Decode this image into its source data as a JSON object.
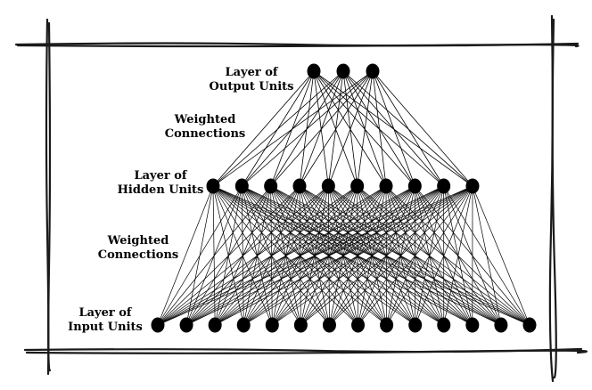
{
  "labels": {
    "output_layer": {
      "line1": "Layer of",
      "line2": "Output Units"
    },
    "output_connections": {
      "line1": "Weighted",
      "line2": "Connections"
    },
    "hidden_layer": {
      "line1": "Layer of",
      "line2": "Hidden Units"
    },
    "input_connections": {
      "line1": "Weighted",
      "line2": "Connections"
    },
    "input_layer": {
      "line1": "Layer of",
      "line2": "Input Units"
    }
  },
  "network": {
    "output_units": 3,
    "hidden_units": 10,
    "input_units": 14,
    "connectivity": "fully-connected"
  },
  "colors": {
    "node": "#000000",
    "connection": "#000000",
    "frame": "#1a1a1a",
    "background": "#ffffff"
  }
}
